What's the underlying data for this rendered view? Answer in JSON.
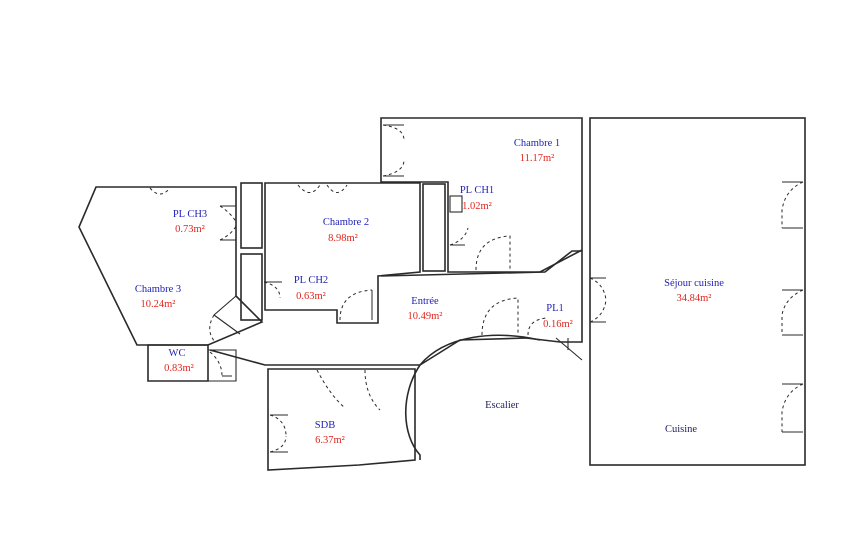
{
  "rooms": {
    "chambre1": {
      "name": "Chambre 1",
      "area": "11.17m²"
    },
    "plch1": {
      "name": "PL CH1",
      "area": "1.02m²"
    },
    "chambre2": {
      "name": "Chambre 2",
      "area": "8.98m²"
    },
    "plch3": {
      "name": "PL CH3",
      "area": "0.73m²"
    },
    "chambre3": {
      "name": "Chambre 3",
      "area": "10.24m²"
    },
    "plch2": {
      "name": "PL CH2",
      "area": "0.63m²"
    },
    "entree": {
      "name": "Entrée",
      "area": "10.49m²"
    },
    "pl1": {
      "name": "PL1",
      "area": "0.16m²"
    },
    "sejour": {
      "name": "Séjour cuisine",
      "area": "34.84m²"
    },
    "wc": {
      "name": "WC",
      "area": "0.83m²"
    },
    "sdb": {
      "name": "SDB",
      "area": "6.37m²"
    },
    "escalier": {
      "name": "Escalier"
    },
    "cuisine": {
      "name": "Cuisine"
    }
  },
  "colors": {
    "room_name": "#1f1fb4",
    "room_area": "#e0261e",
    "walls": "#2a2a2a"
  }
}
